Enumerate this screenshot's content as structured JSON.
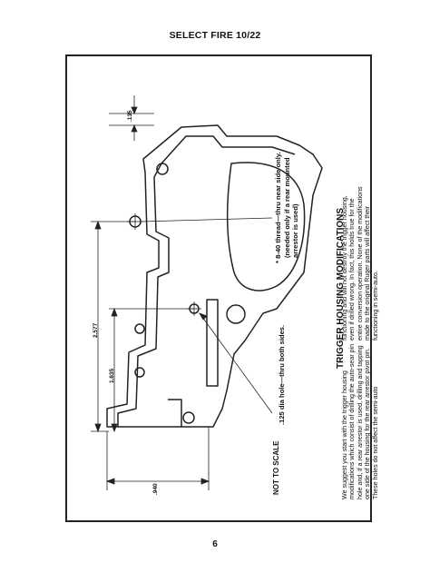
{
  "header": {
    "title": "SELECT FIRE 10/22"
  },
  "footer": {
    "page_number": "6"
  },
  "notes": {
    "thread_line1": "* 8-40 thread—thru near side only.",
    "thread_line2": "(needed only if a rear mounted",
    "thread_line3": "arrestor is used)",
    "hole": ".125 dia hole—thru both sides.",
    "scale": "NOT TO SCALE"
  },
  "dimensions": {
    "d1": ".135",
    "d2": "2.577",
    "d3": "1.635",
    "d4": ".940"
  },
  "section": {
    "title": "TRIGGER HOUSING MODIFICATIONS",
    "paragraph_a": "We suggest you start with the trigger housing modifications which consist of drilling the auto-sear pin hole and, if a rear arrestor is used, drilling and tapping one side of the housing for the rear arrestor pivot pin. These holes do not affect the semi-auto",
    "paragraph_b": "functioning and will not destroy the trigger housing, even if drilled wrong. In fact, this holds true for the entire conversion operation. None of the modifications made to the original Ruger parts will affect their functioning in semi-auto."
  }
}
